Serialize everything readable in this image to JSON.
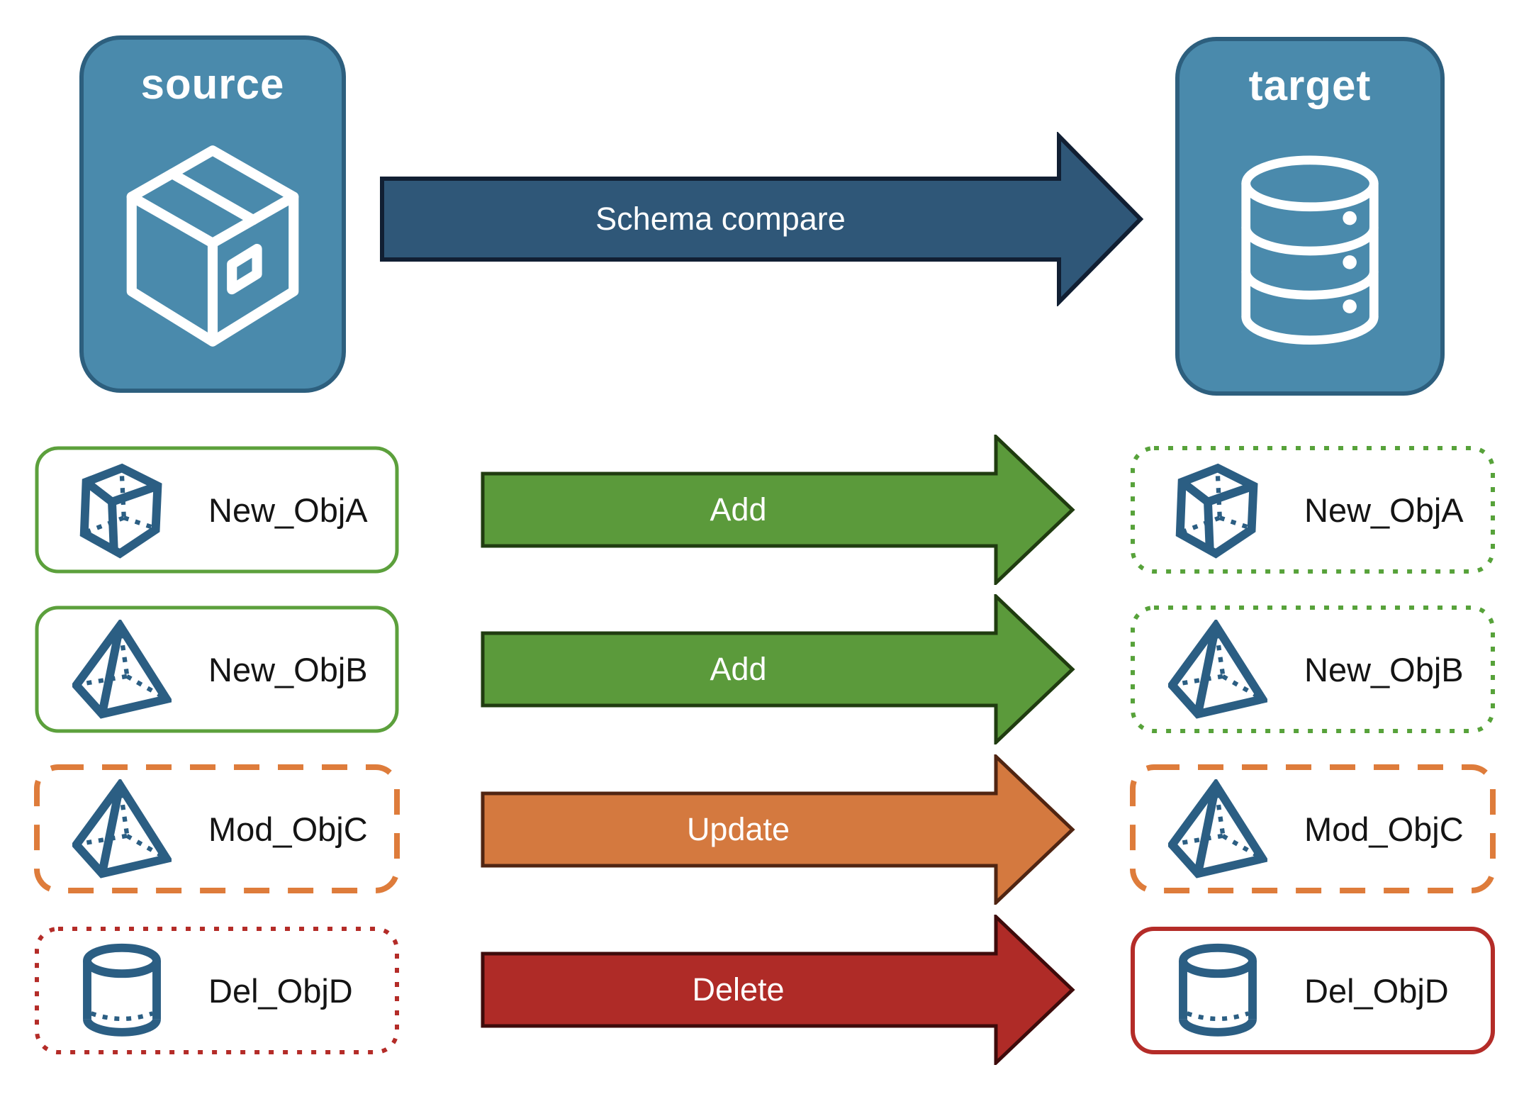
{
  "nodes": {
    "source_label": "source",
    "target_label": "target"
  },
  "main_arrow": {
    "label": "Schema compare"
  },
  "rows": [
    {
      "source_label": "New_ObjA",
      "action": "Add",
      "target_label": "New_ObjA",
      "icon": "cube"
    },
    {
      "source_label": "New_ObjB",
      "action": "Add",
      "target_label": "New_ObjB",
      "icon": "pyramid"
    },
    {
      "source_label": "Mod_ObjC",
      "action": "Update",
      "target_label": "Mod_ObjC",
      "icon": "pyramid"
    },
    {
      "source_label": "Del_ObjD",
      "action": "Delete",
      "target_label": "Del_ObjD",
      "icon": "cylinder"
    }
  ],
  "node_icons": {
    "source": "package-box-icon",
    "target": "database-icon"
  },
  "colors": {
    "node_fill": "#4A8AAC",
    "node_border": "#2D5F7E",
    "main_arrow_fill": "#2F5778",
    "main_arrow_border": "#111F33",
    "add_fill": "#5B9A3B",
    "add_border": "#203C10",
    "update_fill": "#D4793F",
    "update_border": "#502512",
    "delete_fill": "#AF2B27",
    "delete_border": "#3E0B0B",
    "green_border": "#5CA03C",
    "orange_border": "#DE7C3B",
    "red_border": "#B42C28",
    "object_icon_stroke": "#2B5E83",
    "label_text": "#141414",
    "arrow_text": "#FFFFFF"
  }
}
